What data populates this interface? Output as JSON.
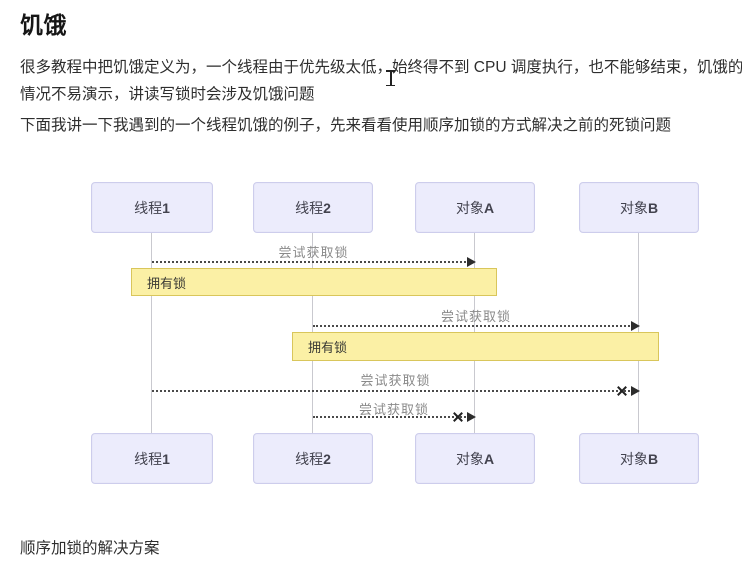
{
  "page": {
    "title": "饥饿",
    "paragraph1_line1": "很多教程中把饥饿定义为，一个线程由于优先级太低，始终得不到 CPU 调度执行，也不能够结束，饥饿的",
    "paragraph1_line2": "情况不易演示，讲读写锁时会涉及饥饿问题",
    "paragraph2": "下面我讲一下我遇到的一个线程饥饿的例子，先来看看使用顺序加锁的方式解决之前的死锁问题",
    "footer_heading": "顺序加锁的解决方案"
  },
  "diagram": {
    "type": "sequence",
    "actors": [
      {
        "id": "thread1",
        "label_text": "线程",
        "label_suffix": "1",
        "full": "线程1"
      },
      {
        "id": "thread2",
        "label_text": "线程",
        "label_suffix": "2",
        "full": "线程2"
      },
      {
        "id": "objectA",
        "label_text": "对象",
        "label_suffix": "A",
        "full": "对象A"
      },
      {
        "id": "objectB",
        "label_text": "对象",
        "label_suffix": "B",
        "full": "对象B"
      }
    ],
    "messages": [
      {
        "from": "线程1",
        "to": "对象A",
        "label": "尝试获取锁",
        "style": "dotted",
        "result": "success"
      },
      {
        "from": "线程2",
        "to": "对象B",
        "label": "尝试获取锁",
        "style": "dotted",
        "result": "success"
      },
      {
        "from": "线程1",
        "to": "对象B",
        "label": "尝试获取锁",
        "style": "dotted",
        "result": "blocked"
      },
      {
        "from": "线程2",
        "to": "对象A",
        "label": "尝试获取锁",
        "style": "dotted",
        "result": "blocked"
      }
    ],
    "activations": [
      {
        "label": "拥有锁",
        "holder": "线程1",
        "target": "对象A"
      },
      {
        "label": "拥有锁",
        "holder": "线程2",
        "target": "对象B"
      }
    ],
    "colors": {
      "actor_fill": "#ececfc",
      "actor_border": "#cdcdec",
      "activation_fill": "#fbf0a5",
      "activation_border": "#d9c65b",
      "message_label": "#8a8a8a",
      "line": "#4a4a4a",
      "lifeline": "#c9c9cf"
    }
  },
  "cursor": {
    "type": "text-ibeam"
  }
}
